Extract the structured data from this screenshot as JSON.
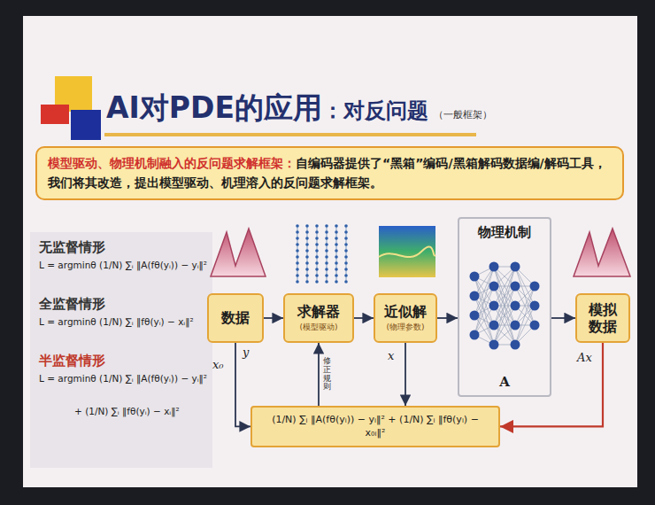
{
  "diagram": {
    "title": "AI对PDE的应用",
    "nodes": [
      {
        "text": [
          "模型驱动、物理机制融入的反问题求解框架：",
          "自编码器提供了“黑箱”编码/黑箱解码数据编/解码工具，我们将其改造，提出模型驱动、机理溶入的反问题求解框架。"
        ]
      },
      {
        "text": [
          "数据"
        ]
      },
      {
        "text": [
          "求解器",
          "(模型驱动)"
        ]
      },
      {
        "text": [
          "近似解",
          "(物理参数)"
        ]
      },
      {
        "text": [
          "物理机制",
          "A"
        ]
      },
      {
        "text": [
          "模拟数据"
        ]
      },
      {
        "text": [
          "(1/N) ∑ᵢ ‖A(fθ(yᵢ)) − yᵢ‖² + (1/N) ∑ᵢ ‖fθ(yᵢ) − x₀ᵢ‖²"
        ]
      }
    ],
    "edges": [
      {
        "from": 1,
        "to": 2,
        "arrow": "to"
      },
      {
        "from": 2,
        "to": 3,
        "arrow": "to"
      },
      {
        "from": 3,
        "to": 4,
        "arrow": "to"
      },
      {
        "from": 4,
        "to": 5,
        "arrow": "to"
      },
      {
        "from": 1,
        "to": 6,
        "arrow": "to"
      },
      {
        "from": 3,
        "to": 6,
        "arrow": "to"
      },
      {
        "from": 5,
        "to": 6,
        "arrow": "to"
      },
      {
        "from": 6,
        "to": 2,
        "label": "修正规则",
        "arrow": "to"
      }
    ],
    "labels": [
      "：对反问题",
      "（一般框架）",
      "无监督情形",
      "L = argminθ (1/N) ∑ᵢ ‖A(fθ(yᵢ)) − yᵢ‖²",
      "全监督情形",
      "L = argminθ (1/N) ∑ᵢ ‖fθ(yᵢ) − xᵢ‖²",
      "半监督情形",
      "L = argminθ (1/N) ∑ᵢ ‖A(fθ(yᵢ)) − yᵢ‖²",
      "+ (1/N) ∑ᵢ ‖fθ(yᵢ) − xᵢ‖²",
      "y",
      "x₀",
      "x",
      "Ax"
    ]
  }
}
